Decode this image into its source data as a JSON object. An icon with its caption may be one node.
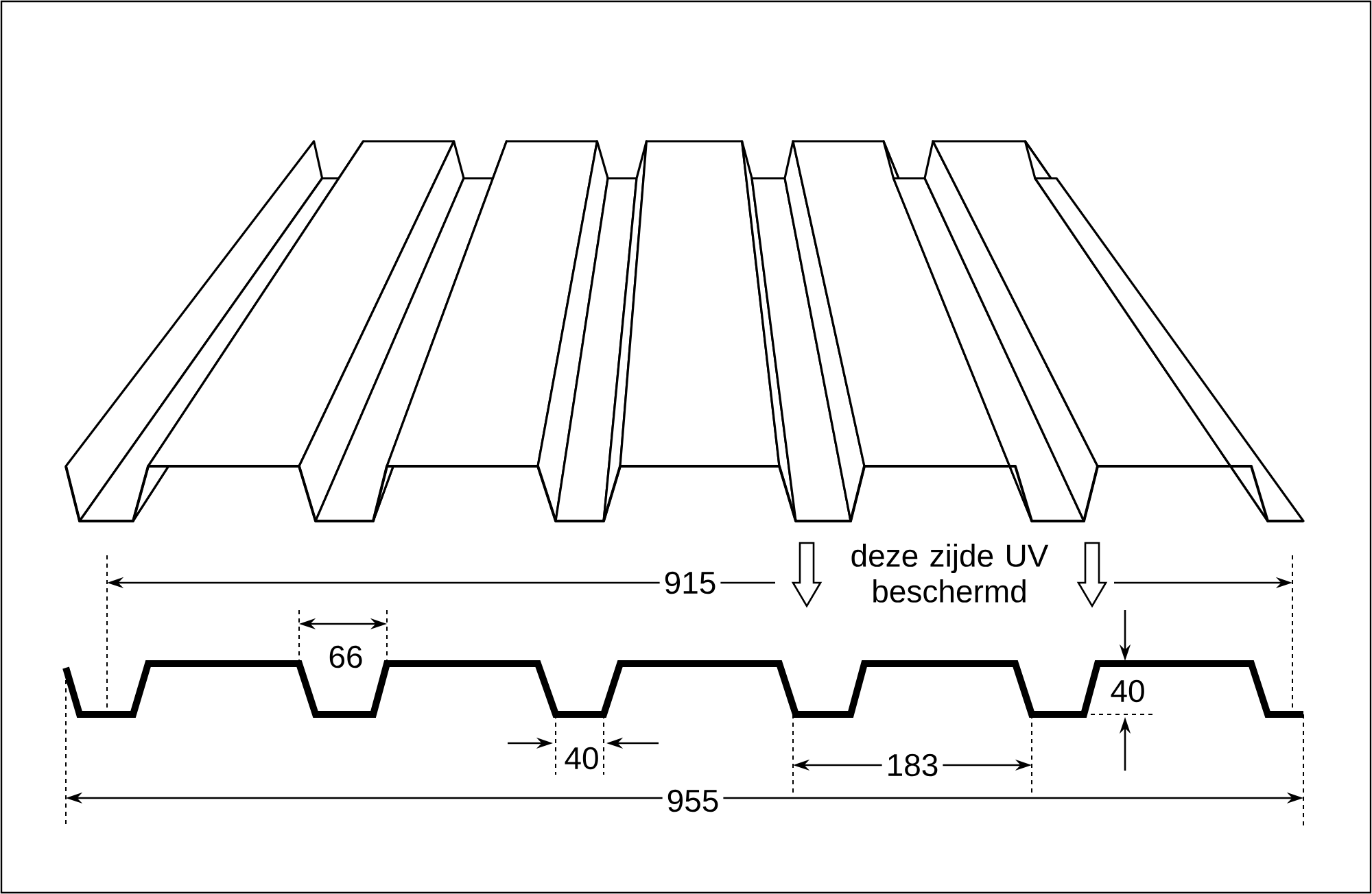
{
  "diagram": {
    "labels": [
      "915",
      "deze zijde UV beschermd",
      "66",
      "40",
      "40",
      "183",
      "955"
    ]
  }
}
